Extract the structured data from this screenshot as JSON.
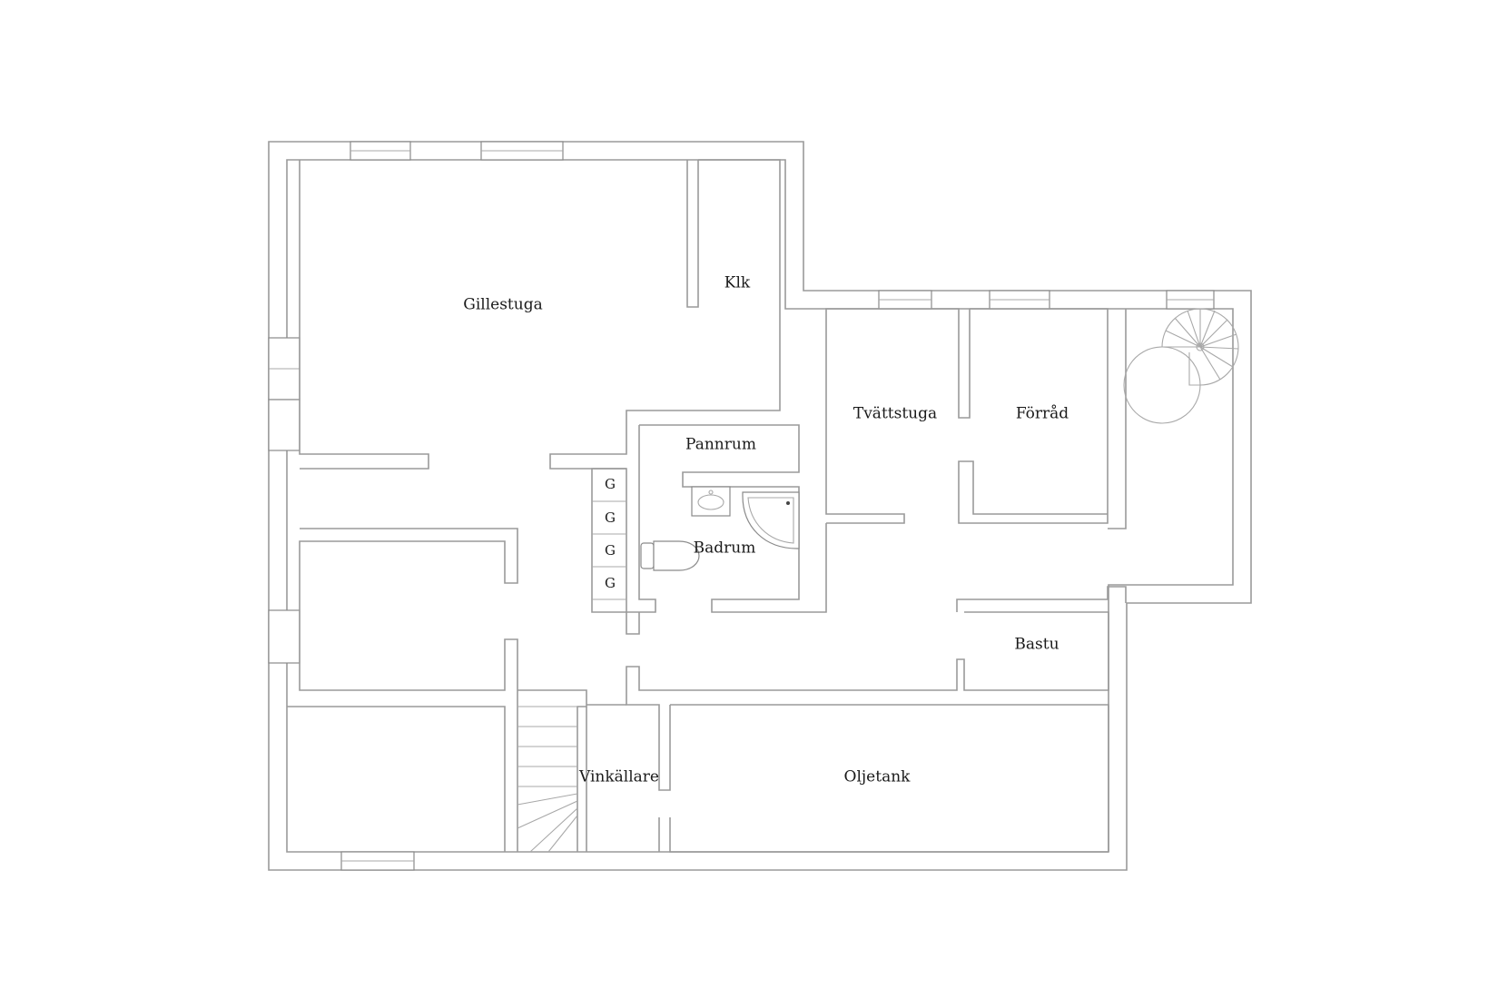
{
  "rooms": {
    "gillestuga": "Gillestuga",
    "klk": "Klk",
    "pannrum": "Pannrum",
    "tvattstuga": "Tvättstuga",
    "forrad": "Förråd",
    "badrum": "Badrum",
    "bastu": "Bastu",
    "vinkallare": "Vinkällare",
    "oljetank": "Oljetank"
  },
  "closets": [
    "G",
    "G",
    "G",
    "G"
  ],
  "icons": [
    "spiral-stair-icon",
    "straight-stair-icon",
    "sink-icon",
    "shower-icon",
    "toilet-icon"
  ]
}
